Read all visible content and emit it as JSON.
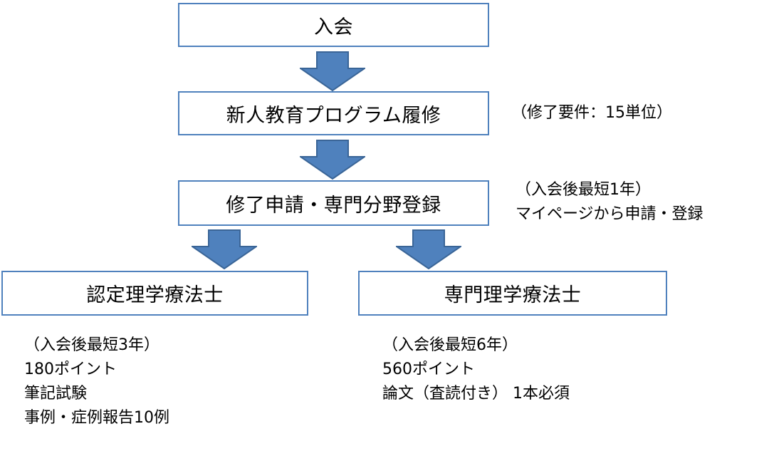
{
  "colors": {
    "box_border": "#4f81bd",
    "arrow_fill": "#4f81bd",
    "arrow_stroke": "#3a6597"
  },
  "boxes": {
    "join": "入会",
    "newcomer_program": "新人教育プログラム履修",
    "completion_application": "修了申請・専門分野登録",
    "certified_pt": "認定理学療法士",
    "specialist_pt": "専門理学療法士"
  },
  "notes": {
    "program_requirement": "（修了要件：15単位）",
    "application": {
      "line1": "（入会後最短1年）",
      "line2": "マイページから申請・登録"
    },
    "certified": {
      "line1": "（入会後最短3年）",
      "line2": "180ポイント",
      "line3": "筆記試験",
      "line4": "事例・症例報告10例"
    },
    "specialist": {
      "line1": "（入会後最短6年）",
      "line2": "560ポイント",
      "line3": "論文（査読付き） 1本必須"
    }
  },
  "arrows": [
    "arrow-down-icon",
    "arrow-down-icon",
    "arrow-down-icon",
    "arrow-down-icon"
  ]
}
